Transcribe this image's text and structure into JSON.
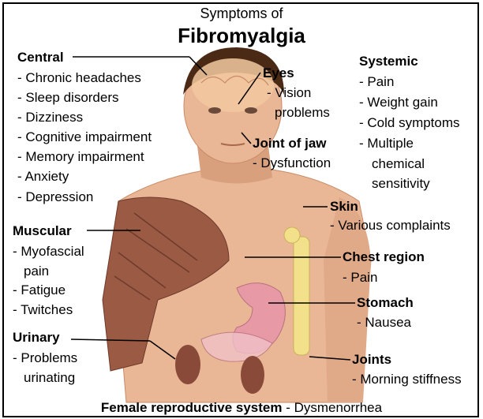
{
  "title": {
    "supertitle": "Symptoms of",
    "main": "Fibromyalgia"
  },
  "groups": {
    "central": {
      "heading": "Central",
      "items": [
        "- Chronic headaches",
        "- Sleep disorders",
        "- Dizziness",
        "- Cognitive impairment",
        "- Memory impairment",
        "- Anxiety",
        "- Depression"
      ]
    },
    "eyes": {
      "heading": "Eyes",
      "items": [
        "- Vision",
        "problems"
      ]
    },
    "systemic": {
      "heading": "Systemic",
      "items": [
        "- Pain",
        "- Weight gain",
        "- Cold symptoms",
        "- Multiple",
        "chemical",
        "sensitivity"
      ]
    },
    "jaw": {
      "heading": "Joint of jaw",
      "items": [
        "- Dysfunction"
      ]
    },
    "skin": {
      "heading": "Skin",
      "items": [
        "- Various complaints"
      ]
    },
    "muscular": {
      "heading": "Muscular",
      "items": [
        "- Myofascial",
        "pain",
        "- Fatigue",
        "- Twitches"
      ]
    },
    "chest": {
      "heading": "Chest region",
      "items": [
        "- Pain"
      ]
    },
    "stomach": {
      "heading": "Stomach",
      "items": [
        "- Nausea"
      ]
    },
    "urinary": {
      "heading": "Urinary",
      "items": [
        "- Problems",
        "urinating"
      ]
    },
    "joints": {
      "heading": "Joints",
      "items": [
        "- Morning stiffness"
      ]
    },
    "female": {
      "heading": "Female reproductive system",
      "detail": " - Dysmenorrhea"
    }
  },
  "colors": {
    "skin": "#e9b796",
    "skin_shadow": "#c98a66",
    "hair": "#4a2a14",
    "brain": "#f2c9a0",
    "muscle": "#9a5a44",
    "bone": "#f3e08a",
    "stomach": "#e79aa6",
    "kidney": "#8a4a3a"
  }
}
